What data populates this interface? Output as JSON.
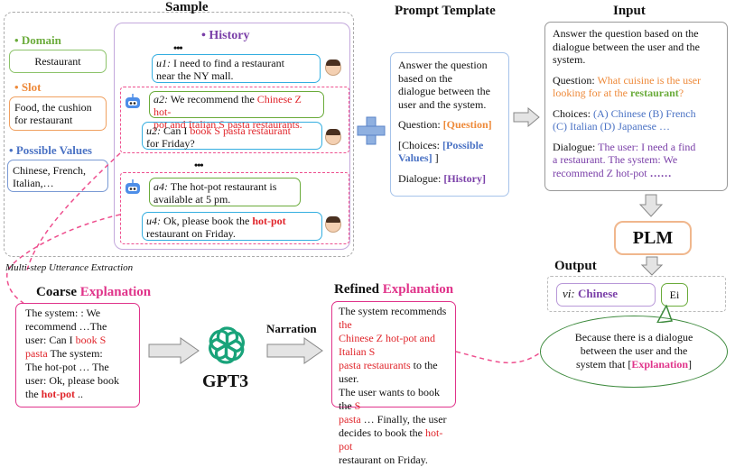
{
  "sample": {
    "title": "Sample",
    "domain_label": "Domain",
    "domain_value": "Restaurant",
    "slot_label": "Slot",
    "slot_value_1": "Food, the cushion",
    "slot_value_2": "for restaurant",
    "values_label": "Possible Values",
    "values_value_1": "Chinese, French,",
    "values_value_2": "Italian,…",
    "history_title": "History",
    "u1_label": "u1:",
    "u1_line1": "I need to find a restaurant",
    "u1_line2": "near the NY mall.",
    "a2_label": "a2:",
    "a2_line1_a": "We recommend the ",
    "a2_line1_b": "Chinese Z hot-",
    "a2_line2": "pot and Italian S pasta restaurants.",
    "u2_label": "u2:",
    "u2_line1_a": "Can I ",
    "u2_line1_b": "book S pasta restaurant",
    "u2_line2": "for Friday?",
    "a4_label": "a4:",
    "a4_line1": "The hot-pot restaurant is",
    "a4_line2": "available at 5 pm.",
    "u4_label": "u4:",
    "u4_line1_a": "Ok, please book the ",
    "u4_line1_b": "hot-pot",
    "u4_line2": "restaurant on Friday.",
    "ellipsis": "•••"
  },
  "prompt_template": {
    "title": "Prompt Template",
    "line1": "Answer the question",
    "line2": "based on the",
    "line3": "dialogue between the",
    "line4": "user and the system.",
    "question_label": "Question: ",
    "question_ph": "[Question]",
    "choices_label": "[Choices: ",
    "choices_ph1": "[Possible",
    "choices_ph2": "Values]",
    "choices_end": " ]",
    "dialogue_label": "Dialogue: ",
    "dialogue_ph": "[History]"
  },
  "input": {
    "title": "Input",
    "line1": "Answer the question based on the",
    "line2": "dialogue between the user and the",
    "line3": "system.",
    "question_label": "Question: ",
    "question_a": "What cuisine is the user",
    "question_b": "looking for at the ",
    "question_c": "restaurant",
    "question_d": "?",
    "choices_label": "Choices: ",
    "choices_a": "(A) Chinese (B) French",
    "choices_b": "(C) Italian (D) Japanese …",
    "dialogue_label": "Dialogue: ",
    "dialogue_a": "The user: I need a find",
    "dialogue_b": "a restaurant. The system: We",
    "dialogue_c": "recommend Z hot-pot ",
    "dialogue_d": "……"
  },
  "plm": "PLM",
  "output": {
    "title": "Output",
    "value_label": "vi: ",
    "value": "Chinese",
    "expl_symbol": "Ei",
    "bubble_1": "Because there is a dialogue",
    "bubble_2": "between the user and the",
    "bubble_3_a": "system that [",
    "bubble_3_b": "Explanation",
    "bubble_3_c": "]"
  },
  "multistep_label": "Multi-step Utterance Extraction",
  "coarse": {
    "title_a": "Coarse ",
    "title_b": "Explanation",
    "l1": "The system: : We",
    "l2": "recommend …The",
    "l3_a": "user: Can I ",
    "l3_b": "book S",
    "l4_a": "pasta",
    "l4_b": " The system:",
    "l5": "The hot-pot … The",
    "l6": "user: Ok, please book",
    "l7_a": "the ",
    "l7_b": "hot-pot",
    "l7_c": " .."
  },
  "gpt3": "GPT3",
  "narration": "Narration",
  "refined": {
    "title_a": "Refined ",
    "title_b": "Explanation",
    "l1_a": "The system recommends ",
    "l1_b": "the",
    "l2": "Chinese Z hot-pot and Italian S",
    "l3_a": "pasta restaurants",
    "l3_b": " to the user.",
    "l4_a": "The user wants to book the ",
    "l4_b": "S",
    "l5_a": "pasta",
    "l5_b": " … Finally, the user",
    "l6_a": "decides to book the ",
    "l6_b": "hot-pot",
    "l7": "restaurant on Friday."
  },
  "colors": {
    "green": "#6aab3a",
    "orange": "#ee8a3a",
    "blue": "#4a72c4",
    "purple": "#7a3fa8",
    "red": "#e0242a",
    "pink": "#e0338a",
    "plm_border": "#f0b78d"
  }
}
